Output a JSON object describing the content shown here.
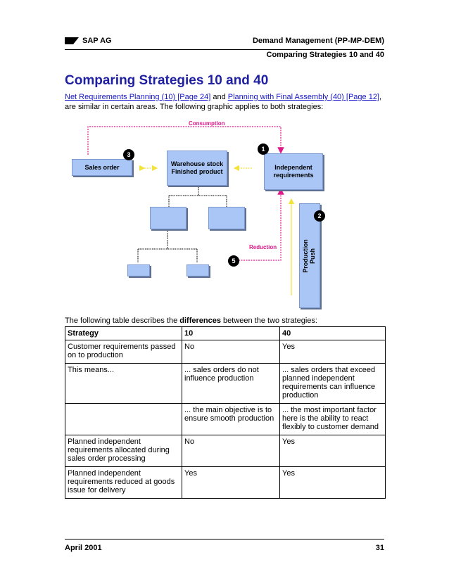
{
  "header": {
    "company": "SAP AG",
    "section": "Demand Management (PP-MP-DEM)",
    "subsection": "Comparing Strategies 10 and 40"
  },
  "title": "Comparing Strategies 10 and 40",
  "intro": {
    "link1": "Net Requirements Planning (10) [Page 24]",
    "and": " and ",
    "link2": "Planning with Final Assembly (40) [Page 12]",
    "rest": ", are similar in certain areas. The following graphic applies to both strategies:"
  },
  "diagram": {
    "consumption": "Consumption",
    "reduction": "Reduction",
    "sales_order": "Sales order",
    "warehouse_line1": "Warehouse stock",
    "warehouse_line2": "Finished product",
    "indep_line1": "Independent",
    "indep_line2": "requirements",
    "production_line1": "Production",
    "production_line2": "Push",
    "badge1": "1",
    "badge2": "2",
    "badge3": "3",
    "badge5": "5"
  },
  "table_intro": {
    "before": "The following table describes the ",
    "bold": "differences",
    "after": " between the two strategies:"
  },
  "table": {
    "headers": [
      "Strategy",
      "10",
      "40"
    ],
    "rows": [
      [
        "Customer requirements passed on to production",
        "No",
        "Yes"
      ],
      [
        "This means...",
        "... sales orders do not influence production",
        "... sales orders that exceed planned independent requirements can influence production"
      ],
      [
        "",
        "... the main objective is to ensure smooth production",
        "... the most important factor here is the ability to react flexibly to customer demand"
      ],
      [
        "Planned independent requirements allocated during sales order processing",
        "No",
        "Yes"
      ],
      [
        "Planned independent requirements reduced at goods issue for delivery",
        "Yes",
        "Yes"
      ]
    ]
  },
  "footer": {
    "date": "April 2001",
    "page": "31"
  },
  "colors": {
    "title": "#1f1fa3",
    "link": "#1414c8",
    "box_fill": "#a9c6f6",
    "magenta": "#e0188a",
    "yellow_arrow": "#f2e23a"
  }
}
